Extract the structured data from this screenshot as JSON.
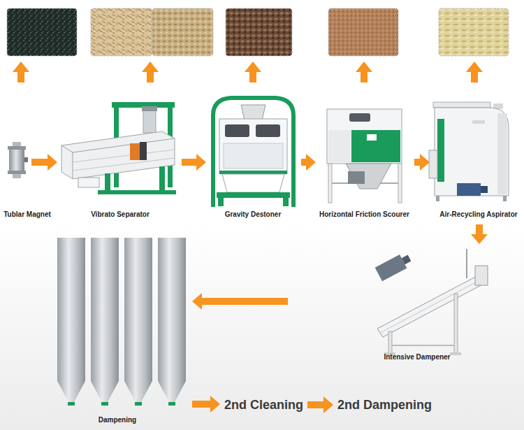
{
  "diagram": {
    "nodes": [
      {
        "text": [
          "Tublar Magnet"
        ]
      },
      {
        "text": [
          "Vibrato Separator"
        ]
      },
      {
        "text": [
          "Gravity Destoner"
        ]
      },
      {
        "text": [
          "Horizontal Friction Scourer"
        ]
      },
      {
        "text": [
          "Air-Recycling Aspirator"
        ]
      },
      {
        "text": [
          "Intensive Dampener"
        ]
      },
      {
        "text": [
          "Dampening"
        ]
      },
      {
        "text": [
          "2nd Cleaning"
        ]
      },
      {
        "text": [
          "2nd Dampening"
        ]
      }
    ],
    "edges": [
      {
        "from": 0,
        "to": 1,
        "arrow": "to"
      },
      {
        "from": 1,
        "to": 2,
        "arrow": "to"
      },
      {
        "from": 2,
        "to": 3,
        "arrow": "to"
      },
      {
        "from": 3,
        "to": 4,
        "arrow": "to"
      },
      {
        "from": 4,
        "to": 5,
        "arrow": "to"
      },
      {
        "from": 5,
        "to": 6,
        "arrow": "to"
      },
      {
        "from": 6,
        "to": 7,
        "arrow": "to"
      },
      {
        "from": 7,
        "to": 8,
        "arrow": "to"
      }
    ]
  }
}
